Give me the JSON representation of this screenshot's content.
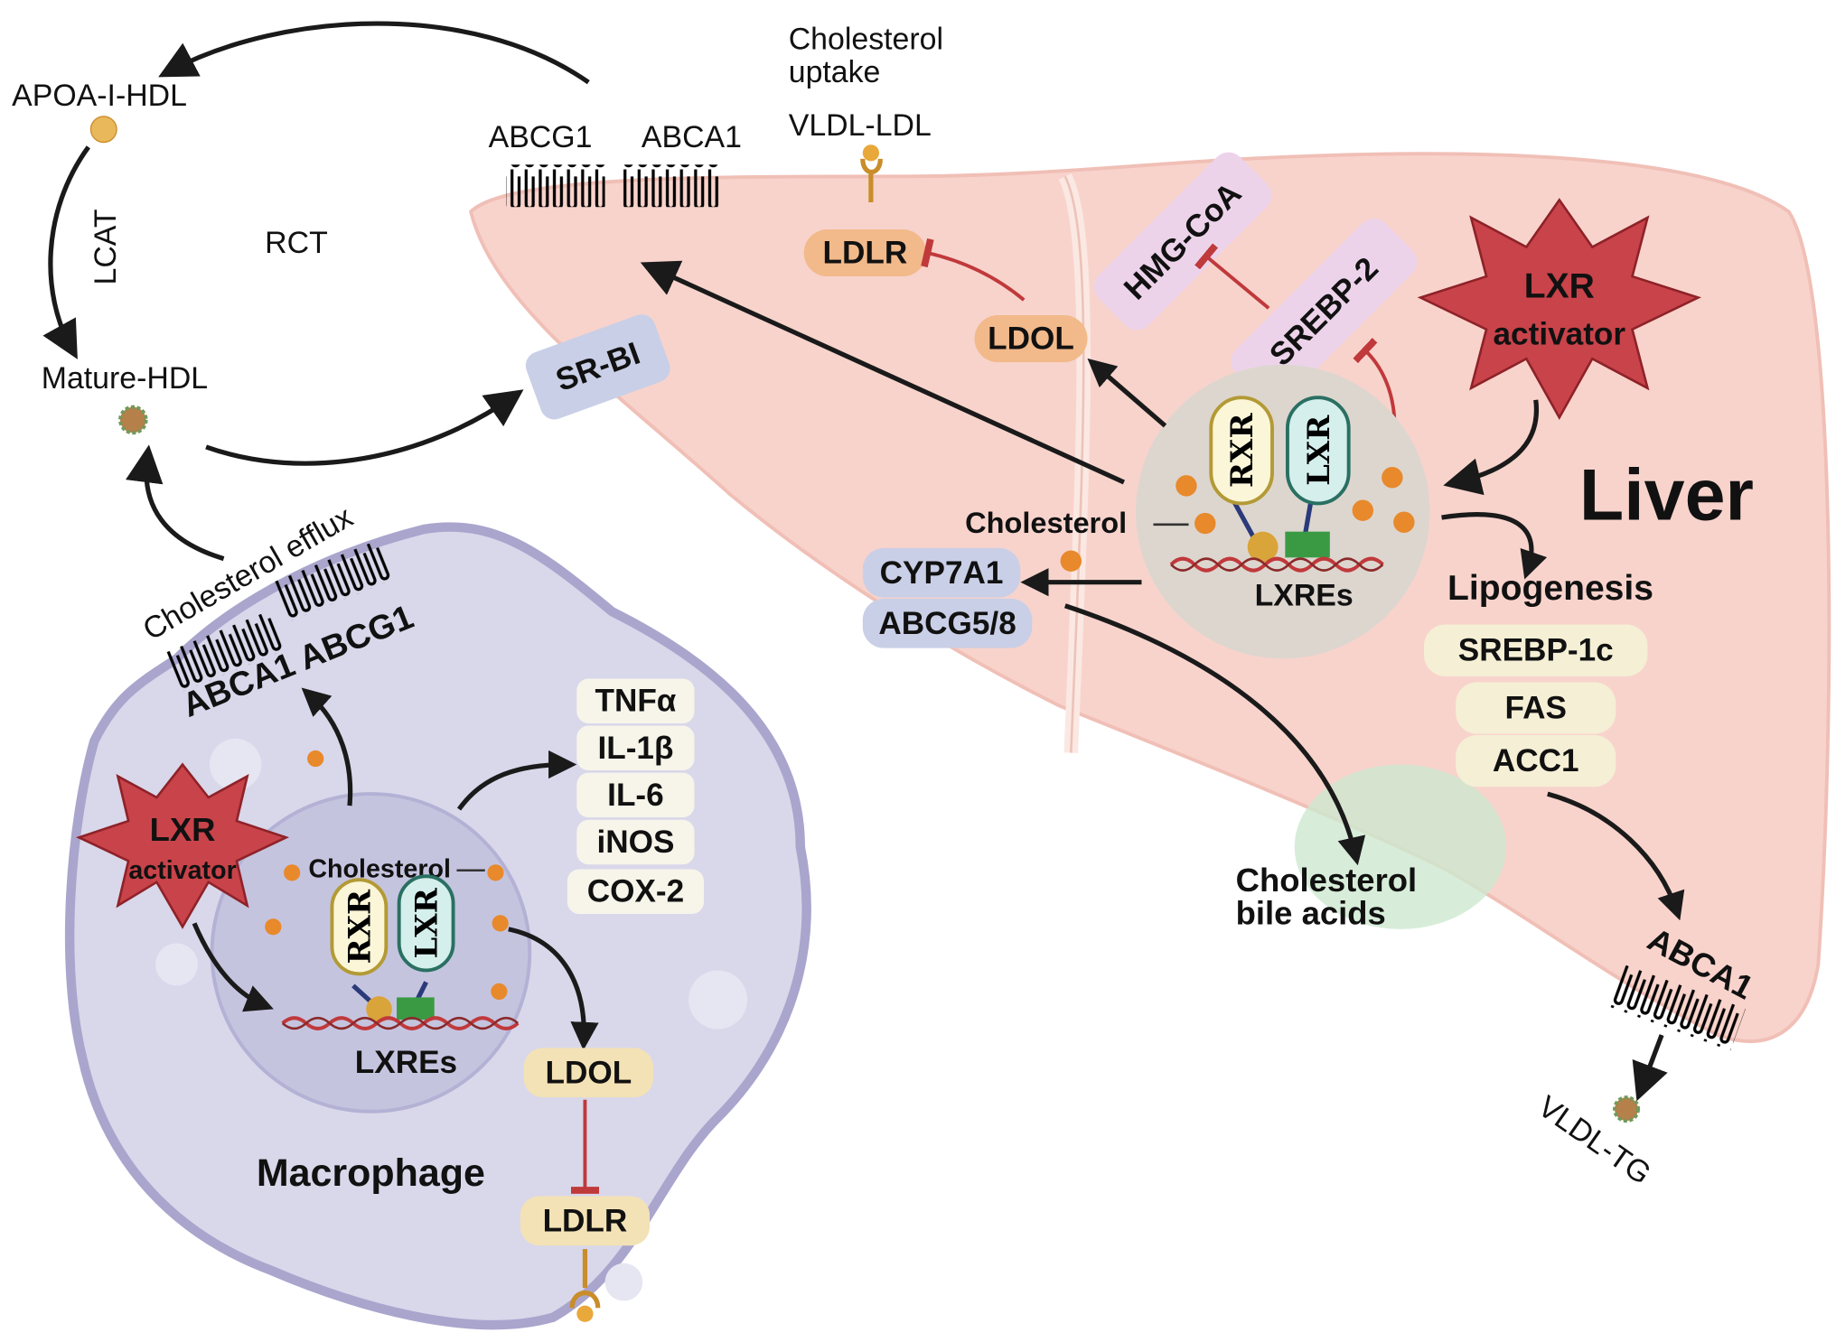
{
  "colors": {
    "liver": "#f8d3cc",
    "macrophage": "#d9d7ea",
    "nucleus_liver": "#ddd6cf",
    "nucleus_macrophage": "#c5c4df",
    "star": "#c9434a",
    "orange_pill": "#f2b98a",
    "blue_pill": "#c9cfe6",
    "pink_pill": "#ecd3ea",
    "cream_pill": "#f5efd5",
    "abca1": "#d23a33",
    "abcg1": "#c9449a",
    "cholesterol": "#e8892c",
    "inhibition": "#c0393b"
  },
  "rct": {
    "apoa_hdl": "APOA-I-HDL",
    "lcat": "LCAT",
    "rct": "RCT",
    "mature_hdl": "Mature-HDL",
    "sr_bi": "SR-BI"
  },
  "liver": {
    "title": "Liver",
    "abcg1": "ABCG1",
    "abca1_top": "ABCA1",
    "uptake_line1": "Cholesterol",
    "uptake_line2": "uptake",
    "vldl_ldl": "VLDL-LDL",
    "ldlr": "LDLR",
    "ldol": "LDOL",
    "hmg_coa": "HMG-CoA",
    "srebp2": "SREBP-2",
    "activator_line1": "LXR",
    "activator_line2": "activator",
    "rxr": "RXR",
    "lxr": "LXR",
    "cholesterol": "Cholesterol",
    "lxres": "LXREs",
    "cyp7a1": "CYP7A1",
    "abcg58": "ABCG5/8",
    "lipogenesis": "Lipogenesis",
    "lipogenic_genes": [
      "SREBP-1c",
      "FAS",
      "ACC1"
    ],
    "bile_line1": "Cholesterol",
    "bile_line2": "bile acids",
    "abca1_bottom": "ABCA1",
    "vldl_tg": "VLDL-TG"
  },
  "macrophage": {
    "title": "Macrophage",
    "efflux": "Cholesterol efflux",
    "transporters": "ABCA1 ABCG1",
    "cytokines": [
      "TNFα",
      "IL-1β",
      "IL-6",
      "iNOS",
      "COX-2"
    ],
    "activator_line1": "LXR",
    "activator_line2": "activator",
    "cholesterol": "Cholesterol",
    "rxr": "RXR",
    "lxr": "LXR",
    "lxres": "LXREs",
    "ldol": "LDOL",
    "ldlr": "LDLR"
  }
}
